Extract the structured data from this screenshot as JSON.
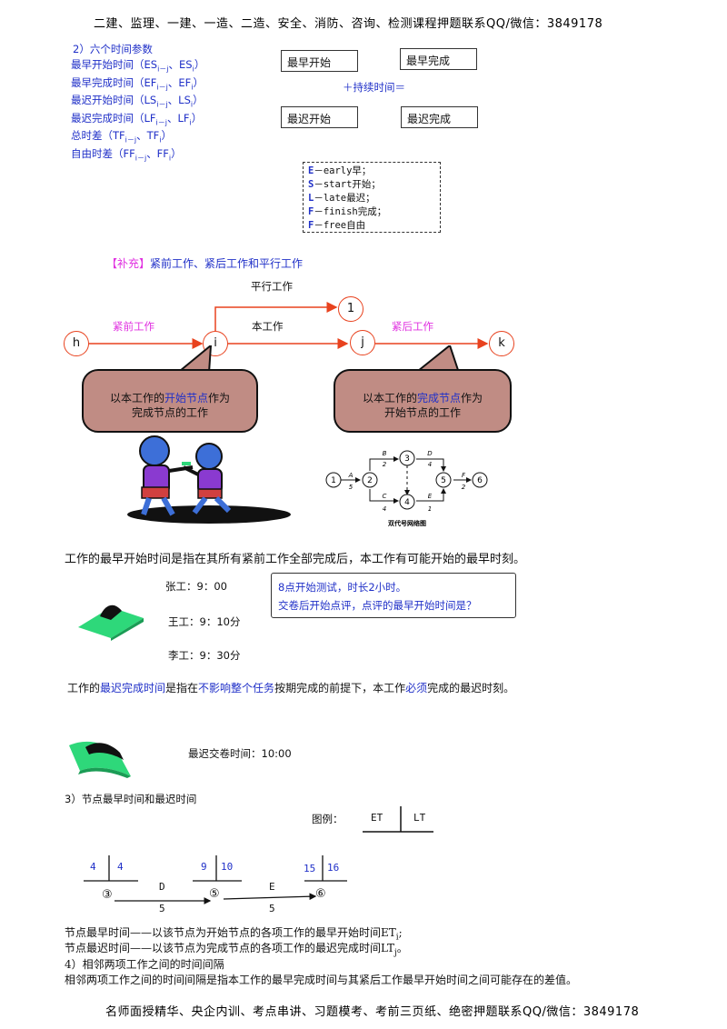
{
  "header": "二建、监理、一建、一造、二造、安全、消防、咨询、检测课程押题联系QQ/微信：3849178",
  "footer": "名师面授精华、央企内训、考点串讲、习题模考、考前三页纸、绝密押题联系QQ/微信：3849178",
  "params": {
    "title": "2）六个时间参数",
    "items": [
      "最早开始时间（ES<sub>i－j</sub>、ES<sub>i</sub>）",
      "最早完成时间（EF<sub>i－j</sub>、EF<sub>i</sub>）",
      "最迟开始时间（LS<sub>i－j</sub>、LS<sub>i</sub>）",
      "最迟完成时间（LF<sub>i－j</sub>、LF<sub>i</sub>）",
      "总时差（TF<sub>i－j</sub>、TF<sub>i</sub>）",
      "自由时差（FF<sub>i－j</sub>、FF<sub>i</sub>）"
    ]
  },
  "boxes": {
    "es": "最早开始",
    "ef": "最早完成",
    "plus": "＋持续时间＝",
    "ls": "最迟开始",
    "lf": "最迟完成"
  },
  "legend": {
    "lines": [
      {
        "k": "E",
        "t": "－early早；"
      },
      {
        "k": "S",
        "t": "－start开始；"
      },
      {
        "k": "L",
        "t": "－late最迟；"
      },
      {
        "k": "F",
        "t": "－finish完成；"
      },
      {
        "k": "F",
        "t": "－free自由"
      }
    ]
  },
  "supp": {
    "tag": "【补充】",
    "title": "紧前工作、紧后工作和平行工作",
    "parallel": "平行工作",
    "current": "本工作",
    "pred": "紧前工作",
    "succ": "紧后工作",
    "nodes": {
      "h": "h",
      "i": "i",
      "j": "j",
      "k": "k",
      "l": "1"
    },
    "callout1_a": "以本工作的",
    "callout1_b": "开始节点",
    "callout1_c": "作为",
    "callout1_d": "完成节点的工作",
    "callout2_a": "以本工作的",
    "callout2_b": "完成节点",
    "callout2_c": "作为",
    "callout2_d": "开始节点的工作"
  },
  "network": {
    "caption": "双代号网络图",
    "nodes": [
      "1",
      "2",
      "3",
      "4",
      "5",
      "6"
    ],
    "labels": {
      "A": "A",
      "A5": "5",
      "B": "B",
      "B2": "2",
      "C": "C",
      "C4": "4",
      "D": "D",
      "D4": "4",
      "E": "E",
      "E1": "1",
      "F": "F",
      "F2": "2"
    }
  },
  "es_def": "工作的最早开始时间是指在其所有紧前工作全部完成后，本工作有可能开始的最早时刻。",
  "workers": {
    "zhang": "张工：9：00",
    "wang": "王工：9：10分",
    "li": "李工：9：30分",
    "note1": "8点开始测试，时长2小时。",
    "note2": "交卷后开始点评，点评的最早开始时间是？"
  },
  "lf_def": {
    "a": "工作的",
    "b": "最迟完成时间",
    "c": "是指在",
    "d": "不影响整个任务",
    "e": "按期完成的前提下，本工作",
    "f": "必须",
    "g": "完成的最迟时刻。"
  },
  "deadline": "最迟交卷时间：10:00",
  "node_section": {
    "title": "3）节点最早时间和最迟时间",
    "legend_label": "图例：",
    "et": "ET",
    "lt": "LT",
    "n3_left": "4",
    "n3_right": "4",
    "n3": "③",
    "n5_left": "9",
    "n5_right": "10",
    "n5": "⑤",
    "n6_left": "15",
    "n6_right": "16",
    "n6": "⑥",
    "d": "D",
    "d_dur": "5",
    "e": "E",
    "e_dur": "5",
    "et_def": "节点最早时间——以该节点为开始节点的各项工作的最早开始时间ET",
    "et_sub": "i",
    "lt_def": "节点最迟时间——以该节点为完成节点的各项工作的最迟完成时间LT",
    "lt_sub": "j",
    "interval_title": "4）相邻两项工作之间的时间间隔",
    "interval_def": "相邻两项工作之间的时间间隔是指本工作的最早完成时间与其紧后工作最早开始时间之间可能存在的差值。"
  },
  "colors": {
    "blue": "#2030c8",
    "magenta": "#e030e0",
    "red": "#e8421e",
    "callout": "#c08c84",
    "book": "#2ed87a"
  }
}
